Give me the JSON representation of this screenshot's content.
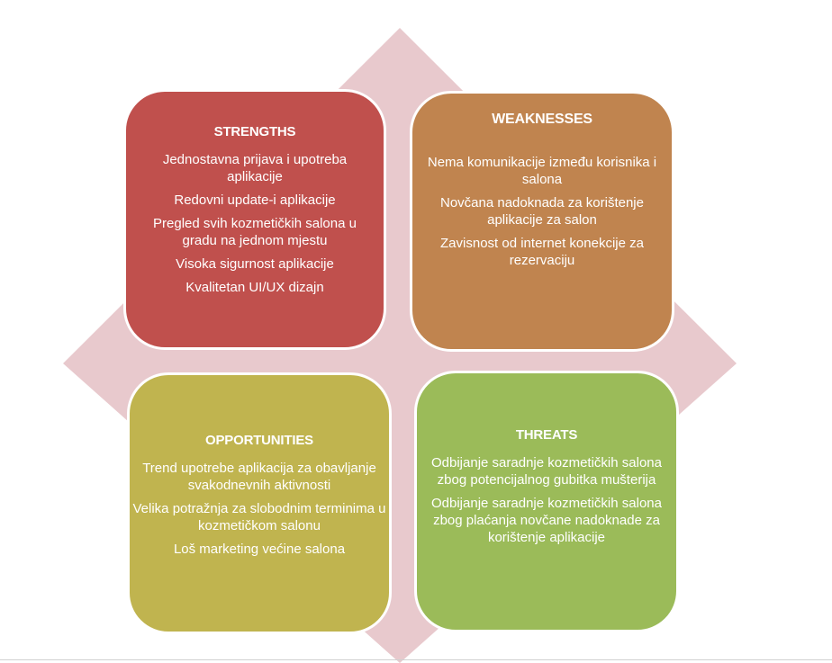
{
  "colors": {
    "diamond": "#e8c9cd",
    "strengths": "#c0504d",
    "weaknesses": "#c0844f",
    "opportunities": "#c0b44f",
    "threats": "#9bbb59",
    "text": "#ffffff"
  },
  "strengths": {
    "title": "STRENGTHS",
    "items": [
      "Jednostavna prijava i upotreba aplikacije",
      "Redovni update-i aplikacije",
      "Pregled svih kozmetičkih salona u gradu na jednom mjestu",
      "Visoka sigurnost aplikacije",
      "Kvalitetan UI/UX dizajn"
    ]
  },
  "weaknesses": {
    "title": "WEAKNESSES",
    "items": [
      "Nema komunikacije između korisnika i salona",
      "Novčana nadoknada za korištenje aplikacije za salon",
      "Zavisnost od internet konekcije za rezervaciju"
    ]
  },
  "opportunities": {
    "title": "OPPORTUNITIES",
    "items": [
      "Trend upotrebe  aplikacija za obavljanje svakodnevnih aktivnosti",
      "Velika potražnja za slobodnim terminima u kozmetičkom salonu",
      "Loš marketing većine salona"
    ]
  },
  "threats": {
    "title": "THREATS",
    "items": [
      "Odbijanje saradnje kozmetičkih salona zbog potencijalnog gubitka mušterija",
      "Odbijanje saradnje kozmetičkih salona zbog plaćanja novčane nadoknade za korištenje aplikacije"
    ]
  }
}
